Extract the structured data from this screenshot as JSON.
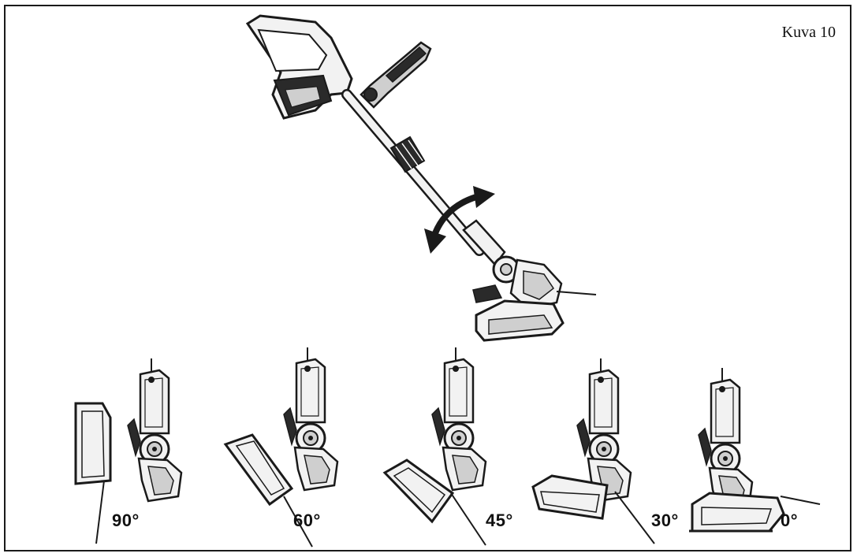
{
  "figure": {
    "title": "Kuva 10"
  },
  "angles": [
    {
      "label": "90°"
    },
    {
      "label": "60°"
    },
    {
      "label": "45°"
    },
    {
      "label": "30°"
    },
    {
      "label": "0°"
    }
  ],
  "colors": {
    "line": "#1a1a1a",
    "fill_light": "#f2f2f2",
    "fill_mid": "#cfcfcf",
    "fill_dark": "#2a2a2a"
  },
  "icons": [
    "trimmer-illustration",
    "rotation-arrow-icon",
    "trimmer-head-icon"
  ]
}
